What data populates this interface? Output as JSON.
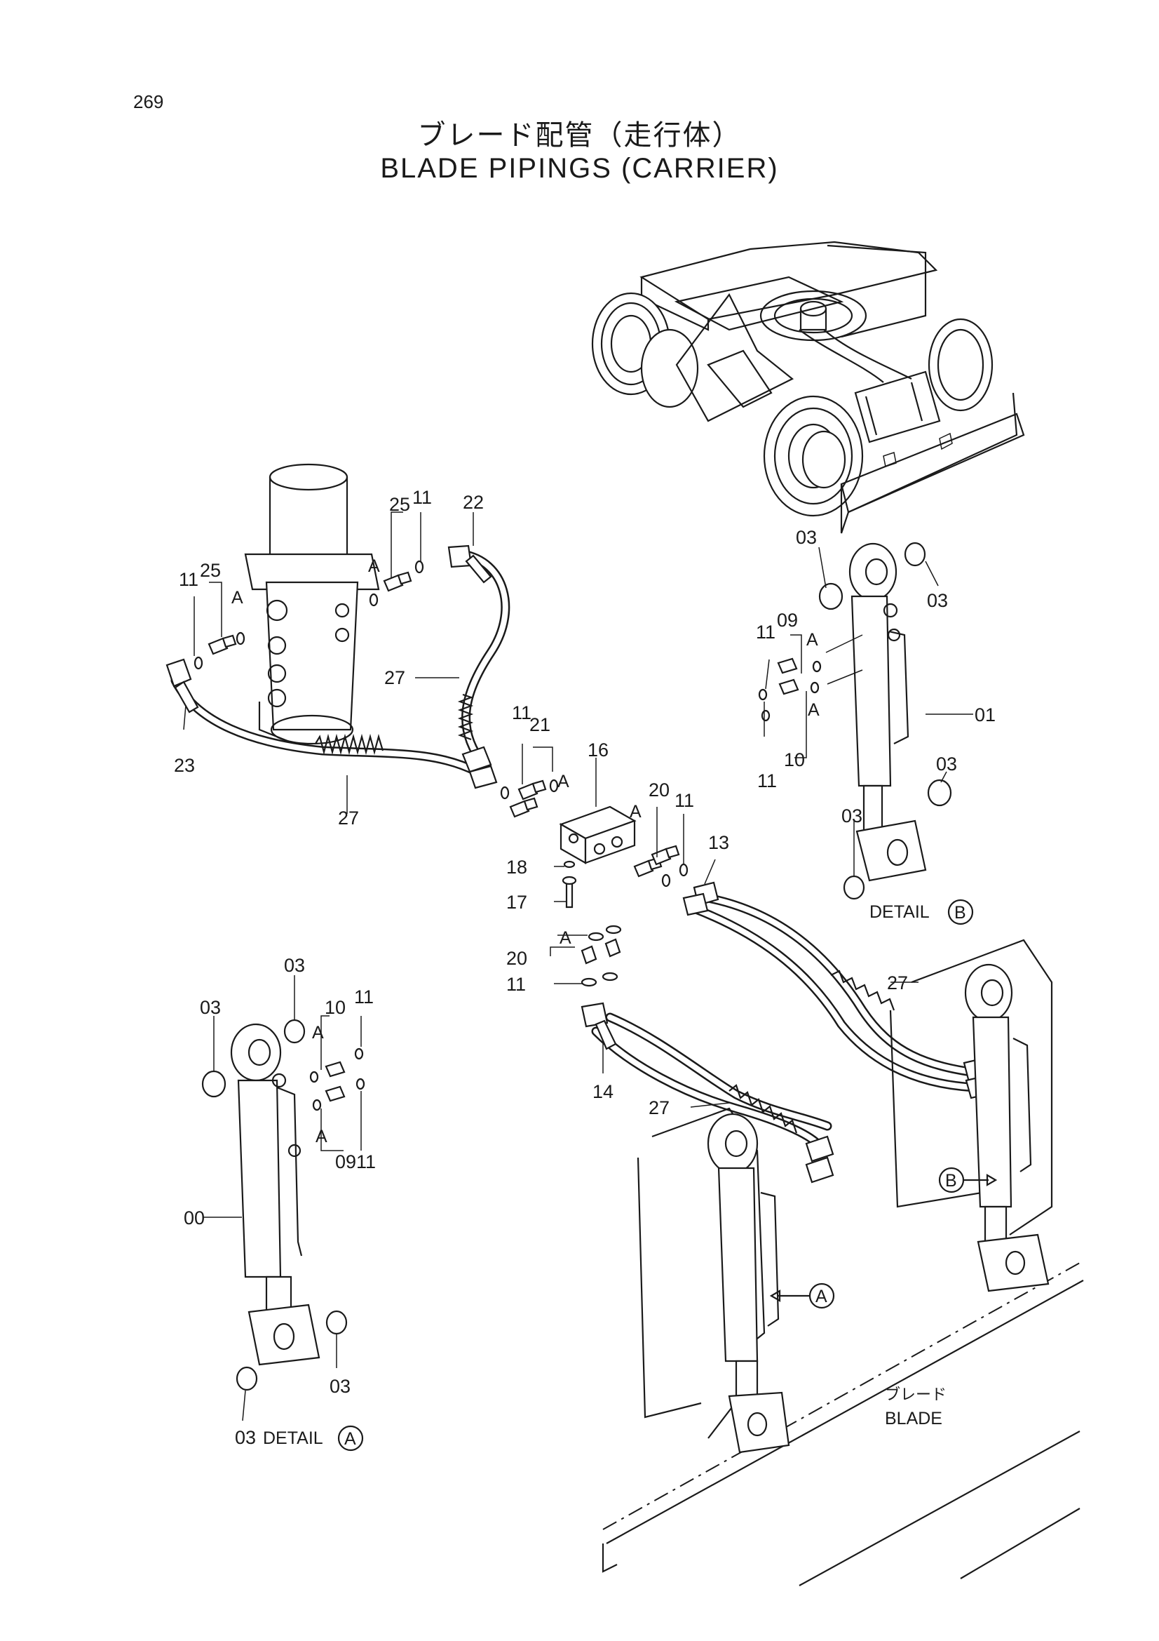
{
  "page_number": "269",
  "title_jp": "ブレード配管（走行体）",
  "title_en": "BLADE PIPINGS (CARRIER)",
  "detail_a_label": "DETAIL",
  "detail_a_mark": "A",
  "detail_b_label": "DETAIL",
  "detail_b_mark": "B",
  "blade_jp": "ブレード",
  "blade_en": "BLADE",
  "marker_a": "A",
  "marker_b": "B",
  "callouts": {
    "p00": "00",
    "p01": "01",
    "p03_a1": "03",
    "p03_a2": "03",
    "p03_a3": "03",
    "p03_a4": "03",
    "p03_b1": "03",
    "p03_b2": "03",
    "p03_b3": "03",
    "p03_b4": "03",
    "p09_a": "09",
    "p09_b": "09",
    "p10_a": "10",
    "p10_b": "10",
    "p11_1": "11",
    "p11_2": "11",
    "p11_3": "11",
    "p11_4": "11",
    "p11_5": "11",
    "p11_6": "11",
    "p11_7": "11",
    "p11_8": "11",
    "p11_9": "11",
    "p13": "13",
    "p14": "14",
    "p16": "16",
    "p17": "17",
    "p18": "18",
    "p20_a": "20",
    "p20_b": "20",
    "p21": "21",
    "p22": "22",
    "p23": "23",
    "p25_a": "25",
    "p25_b": "25",
    "p27_1": "27",
    "p27_2": "27",
    "p27_3": "27",
    "p27_4": "27",
    "sub_a": "A"
  }
}
